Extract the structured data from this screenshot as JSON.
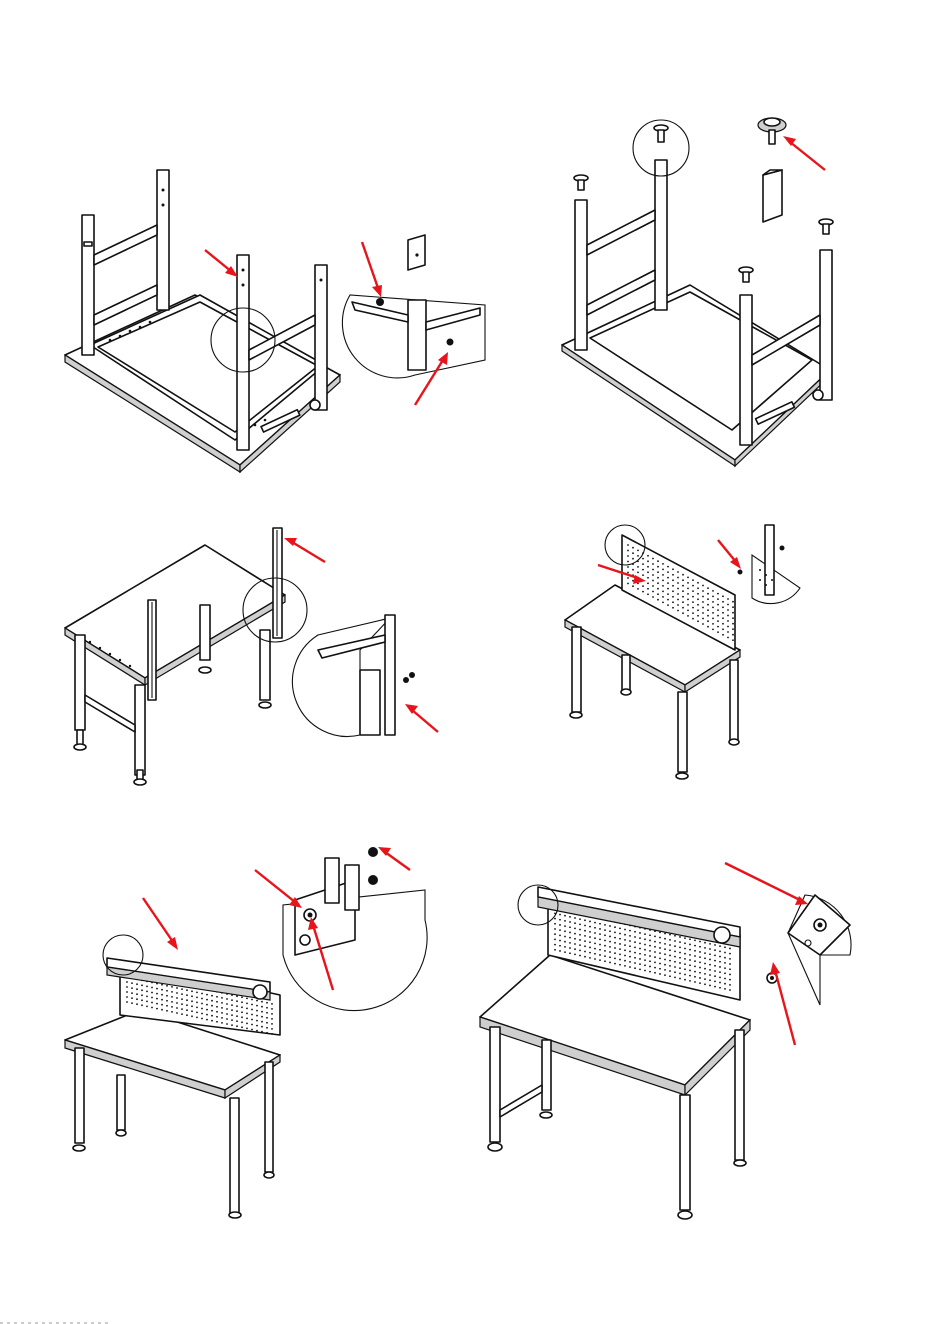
{
  "page": {
    "background": "#ffffff",
    "line_color": "#111111",
    "arrow_color": "#e8141b"
  },
  "steps": [
    {
      "name": "frame-assembly",
      "icon": "frame-legs-diagram"
    },
    {
      "name": "leveling-feet",
      "icon": "leveling-foot-diagram"
    },
    {
      "name": "upright-posts",
      "icon": "upright-post-diagram"
    },
    {
      "name": "pegboard-panel",
      "icon": "pegboard-diagram"
    },
    {
      "name": "top-shelf-mount",
      "icon": "shelf-bracket-diagram"
    },
    {
      "name": "finished-bench",
      "icon": "workbench-complete-diagram"
    }
  ]
}
